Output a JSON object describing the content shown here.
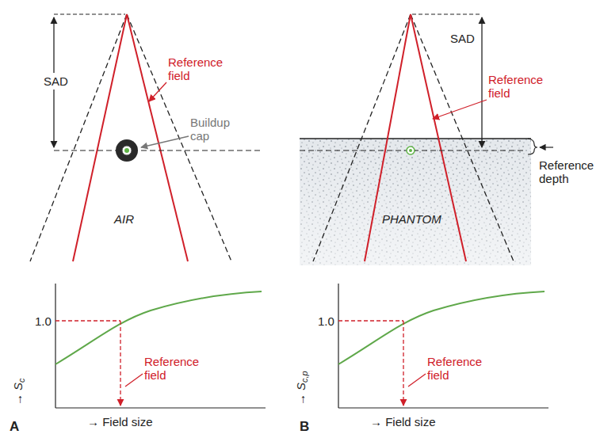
{
  "diagram": {
    "labels": [
      "SAD",
      "Reference field",
      "Buildup cap",
      "AIR",
      "SAD",
      "Reference field",
      "Reference depth",
      "PHANTOM",
      "1.0",
      "→",
      "S",
      "c",
      "Reference field",
      "→ Field size",
      "A",
      "1.0",
      "→",
      "S",
      "c,p",
      "Reference field",
      "→ Field size",
      "B"
    ]
  }
}
